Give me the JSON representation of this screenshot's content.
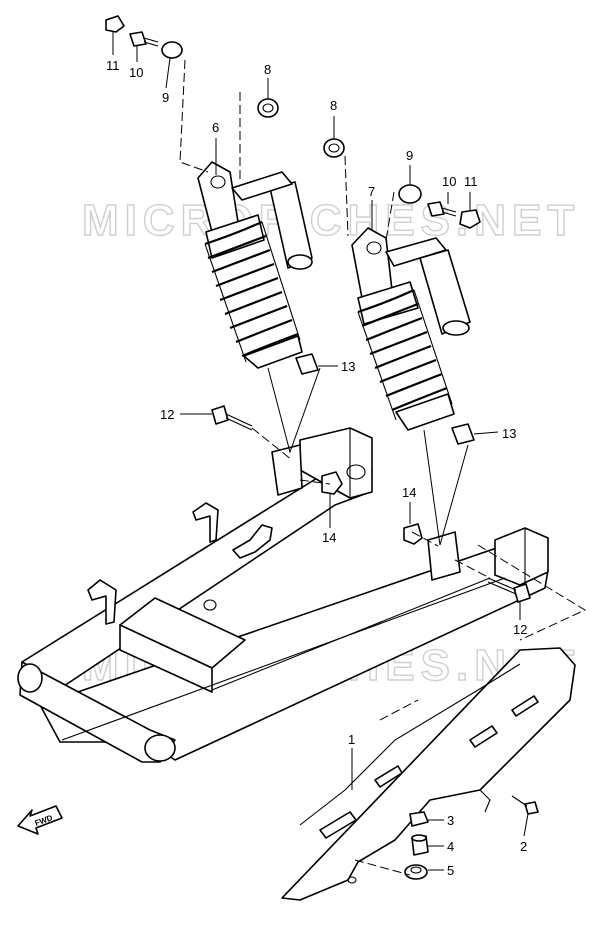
{
  "watermark": "MICROFICHES.NET",
  "fwd_label": "FWD",
  "callouts": {
    "c1": "1",
    "c2": "2",
    "c3": "3",
    "c4": "4",
    "c5": "5",
    "c6": "6",
    "c7": "7",
    "c8a": "8",
    "c8b": "8",
    "c9a": "9",
    "c9b": "9",
    "c10a": "10",
    "c10b": "10",
    "c11a": "11",
    "c11b": "11",
    "c12a": "12",
    "c12b": "12",
    "c13a": "13",
    "c13b": "13",
    "c14a": "14",
    "c14b": "14"
  }
}
